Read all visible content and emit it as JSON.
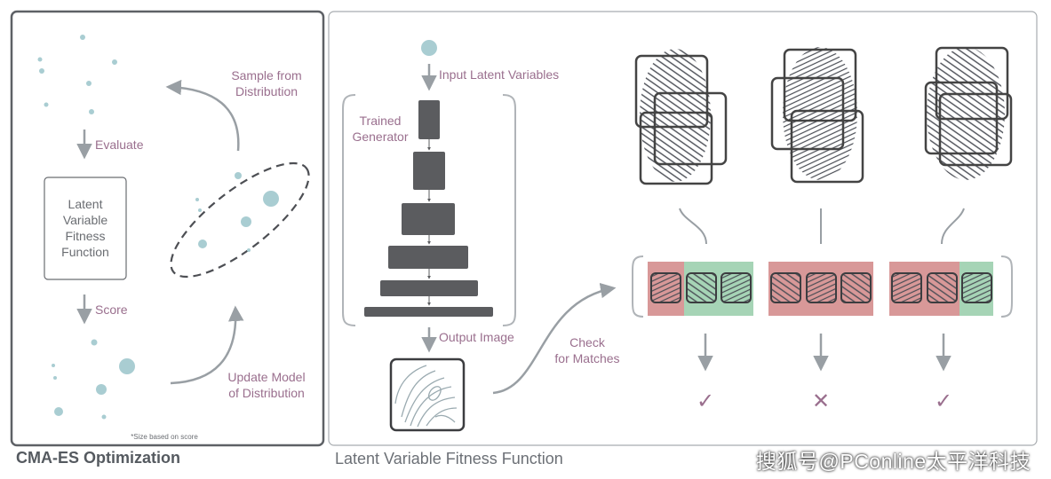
{
  "colors": {
    "accent_text": "#9a6f8e",
    "dot": "#a9cdd2",
    "block": "#5b5c5f",
    "arrow": "#999fa4",
    "frame": "#4a4a4a",
    "panel_border": "#a8acb0",
    "red": "#d89898",
    "green": "#a6d4b6"
  },
  "left_panel": {
    "sample_label": [
      "Sample from",
      "Distribution"
    ],
    "evaluate_label": "Evaluate",
    "fitness_box": [
      "Latent",
      "Variable",
      "Fitness",
      "Function"
    ],
    "score_label": "Score",
    "update_label": [
      "Update Model",
      "of Distribution"
    ],
    "size_note": "*Size based on score",
    "caption": "CMA-ES Optimization"
  },
  "right_panel": {
    "input_label": "Input Latent Variables",
    "generator_label": [
      "Trained",
      "Generator"
    ],
    "output_label": "Output Image",
    "check_label": [
      "Check",
      "for Matches"
    ],
    "caption": "Latent Variable Fitness Function",
    "results": [
      {
        "symbol": "✓",
        "outcome": "match"
      },
      {
        "symbol": "✕",
        "outcome": "no-match"
      },
      {
        "symbol": "✓",
        "outcome": "match"
      }
    ]
  },
  "icons": [
    "fingerprint-icon",
    "check-icon",
    "cross-icon"
  ],
  "watermark": "搜狐号@PConline太平洋科技"
}
